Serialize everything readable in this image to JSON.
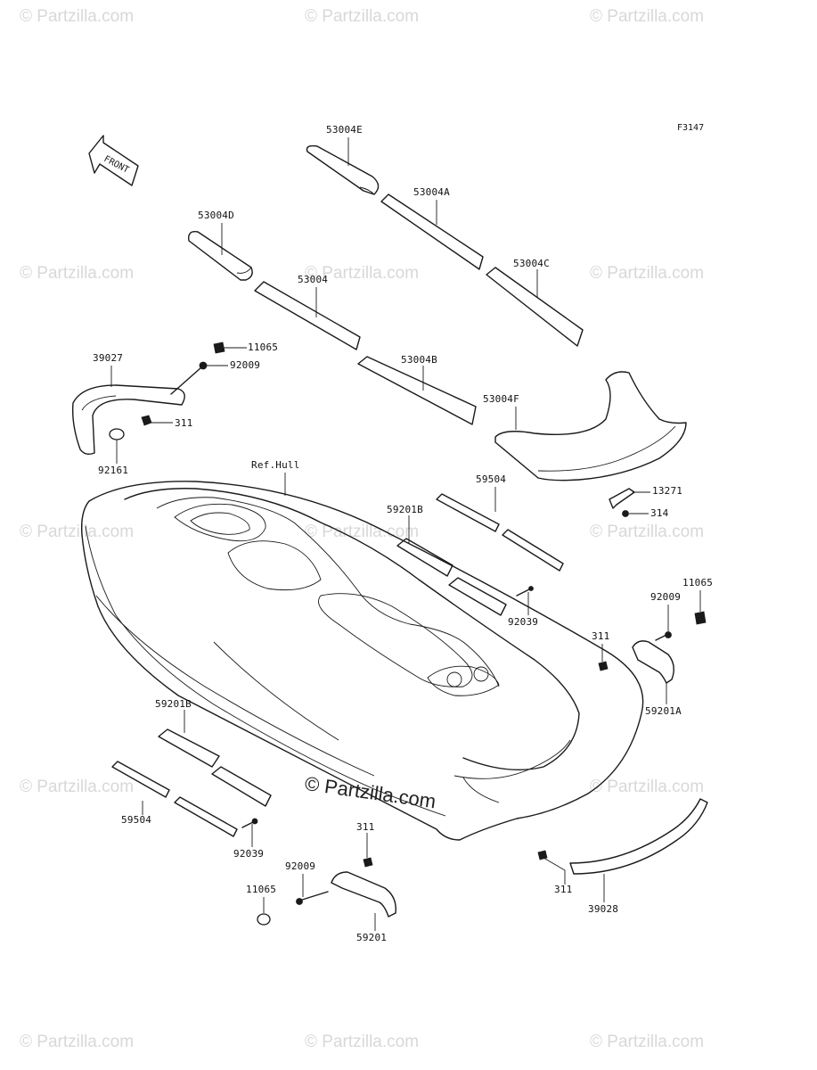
{
  "figure_code": "F3147",
  "front_arrow_label": "FRONT",
  "watermark_text": "Partzilla.com",
  "watermark_main": "© Partzilla.com",
  "ref_hull": "Ref.Hull",
  "parts": {
    "p53004E": "53004E",
    "p53004A": "53004A",
    "p53004D": "53004D",
    "p53004C": "53004C",
    "p53004": "53004",
    "p53004B": "53004B",
    "p53004F": "53004F",
    "p11065_a": "11065",
    "p92009_a": "92009",
    "p39027": "39027",
    "p311_a": "311",
    "p92161": "92161",
    "p59504_a": "59504",
    "p59201B_a": "59201B",
    "p92039_a": "92039",
    "p13271": "13271",
    "p314": "314",
    "p11065_b": "11065",
    "p92009_b": "92009",
    "p311_b": "311",
    "p59201A": "59201A",
    "p59201B_b": "59201B",
    "p59504_b": "59504",
    "p92039_b": "92039",
    "p311_c": "311",
    "p92009_c": "92009",
    "p11065_c": "11065",
    "p59201": "59201",
    "p311_d": "311",
    "p39028": "39028"
  }
}
